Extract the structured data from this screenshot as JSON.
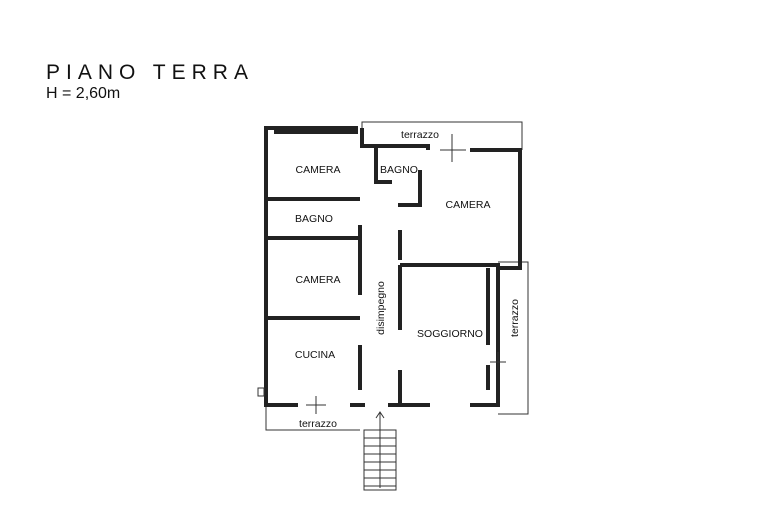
{
  "header": {
    "title": "PIANO TERRA",
    "subtitle": "H = 2,60m"
  },
  "rooms": {
    "camera_top_left": "CAMERA",
    "bagno_small": "BAGNO",
    "camera_right": "CAMERA",
    "bagno_left": "BAGNO",
    "camera_mid_left": "CAMERA",
    "disimpegno": "disimpegno",
    "soggiorno": "SOGGIORNO",
    "cucina": "CUCINA",
    "terrazzo_top": "terrazzo",
    "terrazzo_right": "terrazzo",
    "terrazzo_bottom": "terrazzo"
  }
}
